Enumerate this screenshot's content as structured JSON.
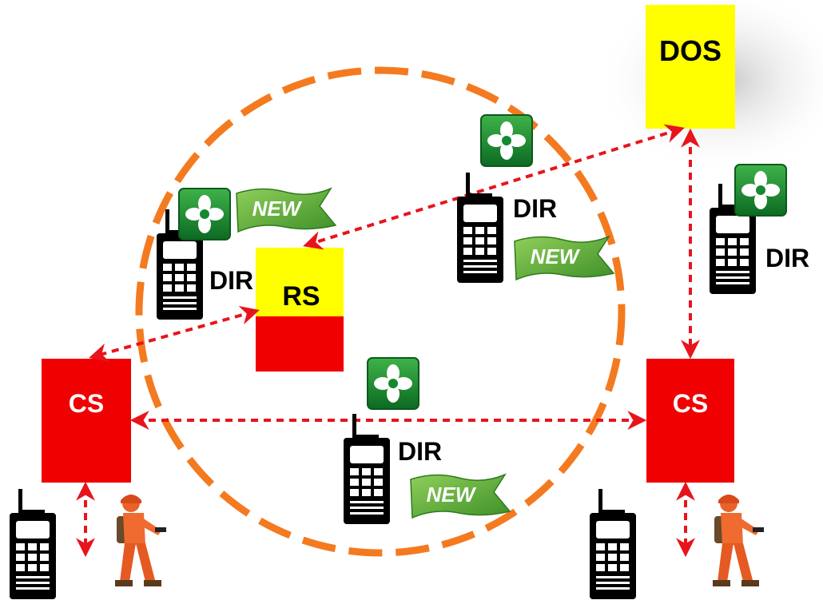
{
  "labels": {
    "dos": "DOS",
    "rs": "RS",
    "cs_left": "CS",
    "cs_right": "CS",
    "dir": "DIR",
    "new": "NEW"
  },
  "colors": {
    "orange_ring": "#f47a20",
    "red": "#f00000",
    "arrow_red": "#e8141c",
    "yellow": "#ffff00",
    "green_badge": "#138a2e",
    "green_banner": "#5aa832"
  },
  "icons": {
    "radio": "handheld-radio-icon",
    "badge": "fan-badge-icon",
    "banner": "new-banner-icon",
    "person": "firefighter-icon"
  }
}
